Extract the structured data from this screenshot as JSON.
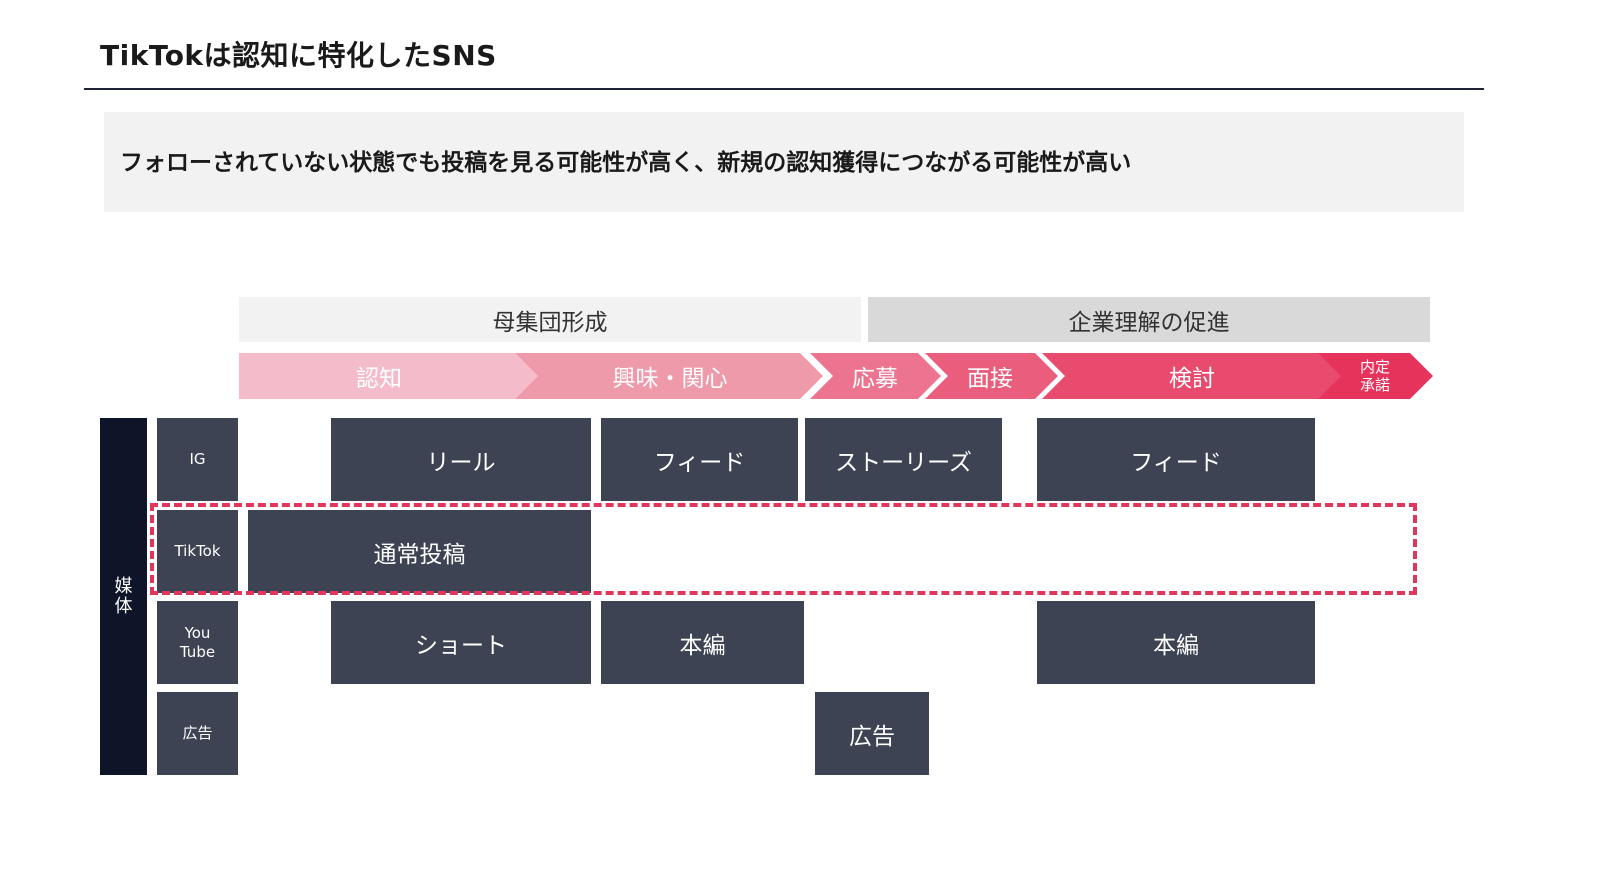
{
  "title": "TikTokは認知に特化したSNS",
  "summary": "フォローされていない状態でも投稿を見る可能性が高く、新規の認知獲得につながる可能性が高い",
  "phases": [
    "母集団形成",
    "企業理解の促進"
  ],
  "stages": [
    {
      "label": "認知",
      "color": "#f4bccb"
    },
    {
      "label": "興味・関心",
      "color": "#ef9aab"
    },
    {
      "label": "応募",
      "color": "#ec7490"
    },
    {
      "label": "面接",
      "color": "#ea5d7c"
    },
    {
      "label": "検討",
      "color": "#e84b6e"
    },
    {
      "label": "内定\n承諾",
      "color": "#e6335c"
    }
  ],
  "media_label": "媒体",
  "rows": {
    "ig": "IG",
    "tiktok": "TikTok",
    "youtube": "You\nTube",
    "ad": "広告"
  },
  "blocks": {
    "ig_reel": "リール",
    "ig_feed_1": "フィード",
    "ig_stories": "ストーリーズ",
    "ig_feed_2": "フィード",
    "tiktok_post": "通常投稿",
    "yt_short": "ショート",
    "yt_main_1": "本編",
    "yt_main_2": "本編",
    "ad_block": "広告"
  },
  "colors": {
    "dark_block": "#3d4352",
    "navy": "#0e1528",
    "highlight_dash": "#e0365c"
  }
}
